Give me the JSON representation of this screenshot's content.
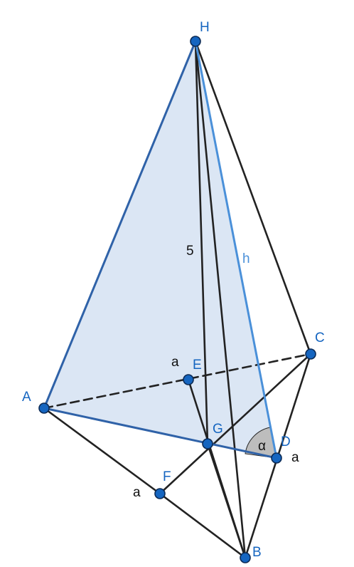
{
  "colors": {
    "point_fill": "#1565c0",
    "point_stroke": "#0b2a55",
    "point_label": "#1565c0",
    "black_edge": "#222222",
    "blue_edge": "#2f62a8",
    "height_edge": "#4a90d9",
    "face_fill": "#dbe6f4",
    "angle_fill": "#bdbdbd",
    "text_dark": "#111111"
  },
  "points": [
    {
      "id": "H",
      "label": "H"
    },
    {
      "id": "A",
      "label": "A"
    },
    {
      "id": "B",
      "label": "B"
    },
    {
      "id": "C",
      "label": "C"
    },
    {
      "id": "D",
      "label": "D"
    },
    {
      "id": "E",
      "label": "E"
    },
    {
      "id": "F",
      "label": "F"
    },
    {
      "id": "G",
      "label": "G"
    }
  ],
  "segment_labels": {
    "five": "5",
    "h": "h",
    "a_E": "a",
    "a_F": "a",
    "a_D": "a",
    "alpha": "α"
  }
}
